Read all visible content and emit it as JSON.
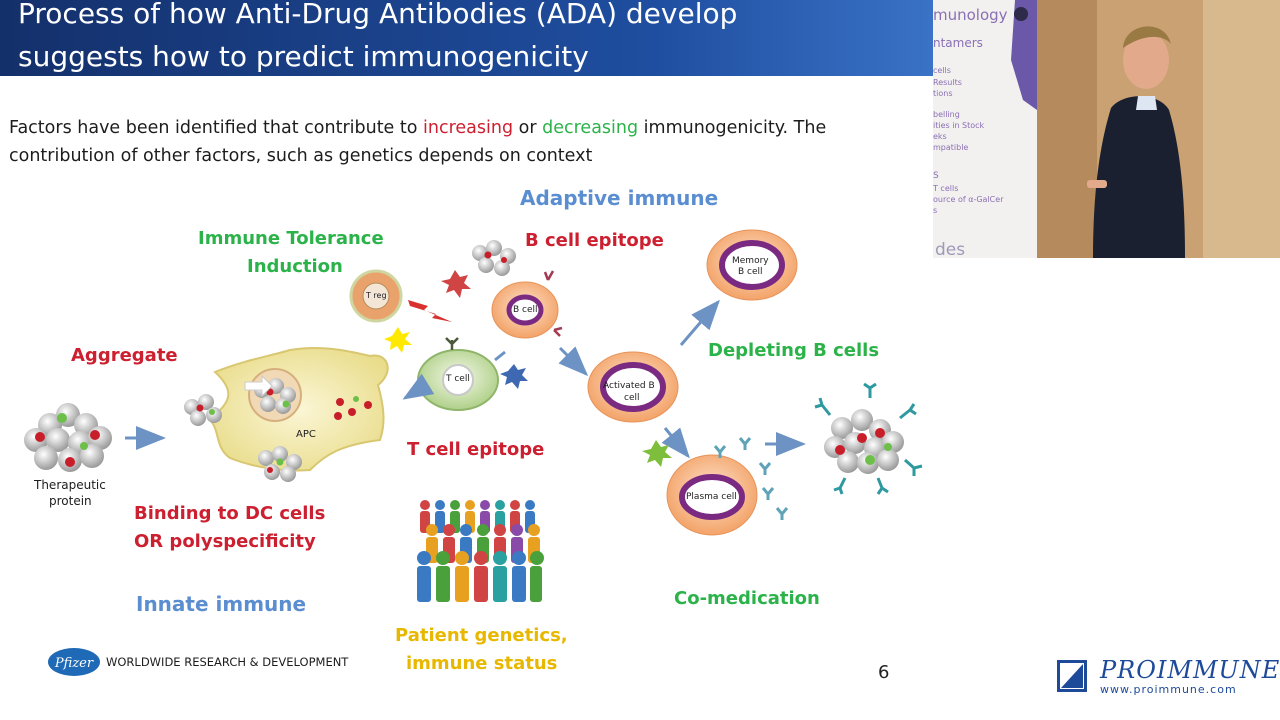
{
  "slide": {
    "title_line1": "Process of how Anti-Drug Antibodies (ADA) develop",
    "title_line2": "suggests how to predict immunogenicity",
    "intro_line1_a": "Factors have been identified that contribute to ",
    "intro_line1_increasing": "increasing",
    "intro_line1_or": " or ",
    "intro_line1_decreasing": "decreasing",
    "intro_line1_b": " immunogenicity. The",
    "intro_line2": "contribution of other factors, such as genetics depends on context",
    "page_number": "6"
  },
  "diagram": {
    "adaptive_immune": "Adaptive immune",
    "immune_tolerance_line1": "Immune Tolerance",
    "immune_tolerance_line2": "Induction",
    "b_cell_epitope": "B cell epitope",
    "aggregate": "Aggregate",
    "depleting_b_cells": "Depleting B cells",
    "t_cell_epitope": "T cell epitope",
    "binding_line1": "Binding to DC cells",
    "binding_line2": "OR polyspecificity",
    "innate_immune": "Innate immune",
    "co_medication": "Co-medication",
    "patient_genetics_line1": "Patient genetics,",
    "patient_genetics_line2": "immune status",
    "therapeutic_line1": "Therapeutic",
    "therapeutic_line2": "protein",
    "apc": "APC",
    "treg": "T reg",
    "b_cell": "B cell",
    "t_cell": "T cell",
    "memory_line1": "Memory",
    "memory_line2": "B cell",
    "activated_line1": "Activated B",
    "activated_line2": "cell",
    "plasma_cell": "Plasma cell"
  },
  "footer": {
    "pfizer_logo": "Pfizer",
    "pfizer_text": "WORLDWIDE RESEARCH & DEVELOPMENT",
    "proimmune_name": "PROIMMUNE",
    "proimmune_url": "www.proimmune.com"
  },
  "side_panel": {
    "line1": "munology",
    "line2": "ntamers",
    "line3": "cells",
    "line4": "Results",
    "line5": "tions",
    "line6": "belling",
    "line7": "ities in Stock",
    "line8": "eks",
    "line9": "mpatible",
    "line10": "S",
    "line11": "T cells",
    "line12": "ource of α-GalCer",
    "line13": "s",
    "line14": "des"
  },
  "colors": {
    "title_bg": "#1f4ea0",
    "green": "#2bb34a",
    "red": "#cc1f2f",
    "blue": "#5b8ed0",
    "yellow": "#e8b800",
    "cell_fill": "#f7b98a",
    "nucleus": "#7b2a82"
  }
}
